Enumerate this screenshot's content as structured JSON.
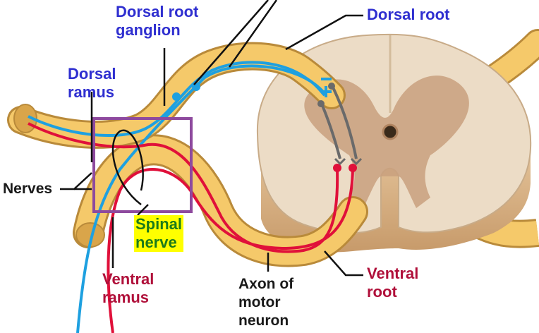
{
  "labels": {
    "dorsal_root_ganglion": "Dorsal root\nganglion",
    "dorsal_root": "Dorsal root",
    "dorsal_ramus": "Dorsal\nramus",
    "nerves": "Nerves",
    "spinal_nerve": "Spinal\nnerve",
    "ventral_ramus": "Ventral\nramus",
    "axon_motor_neuron": "Axon of\nmotor\nneuron",
    "ventral_root": "Ventral\nroot"
  },
  "colors": {
    "blue_label": "#2f2fd0",
    "red_label": "#b0103a",
    "spinal_nerve_text": "#1a7a1a",
    "spinal_nerve_highlight": "#ffff00",
    "highlight_box": "#8e4a9e",
    "sensory_fiber": "#1ea0e0",
    "motor_fiber": "#e0103a",
    "nerve_fill": "#f5c96a",
    "cord_white_matter": "#ecdcc6",
    "cord_gray_matter": "#c9a07e"
  }
}
